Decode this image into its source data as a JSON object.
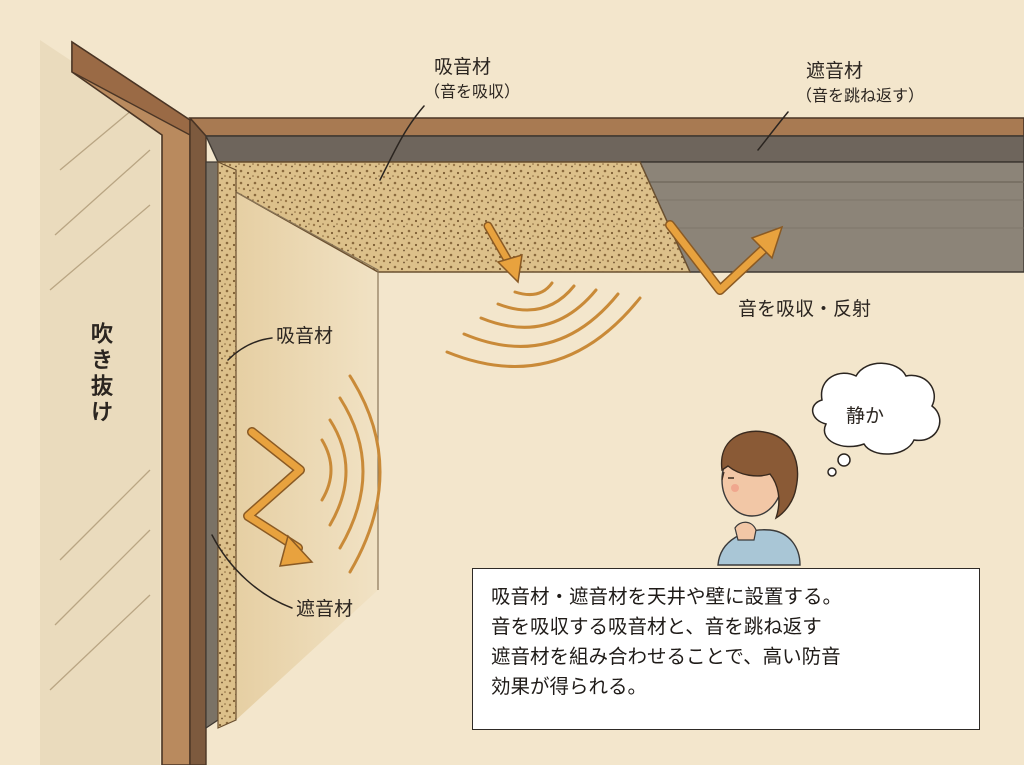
{
  "labels": {
    "ceiling_absorber": {
      "title": "吸音材",
      "note": "（音を吸収）"
    },
    "ceiling_insulator": {
      "title": "遮音材",
      "note": "（音を跳ね返す）"
    },
    "absorb_reflect": "音を吸収・反射",
    "void": "吹き抜け",
    "wall_absorber": "吸音材",
    "wall_insulator": "遮音材",
    "thought": "静か"
  },
  "caption": {
    "lines": [
      "吸音材・遮音材を天井や壁に設置する。",
      "音を吸収する吸音材と、音を跳ね返す",
      "遮音材を組み合わせることで、高い防音",
      "効果が得られる。"
    ]
  },
  "colors": {
    "paper": "#f3e6cc",
    "wood": "#9a6a45",
    "insulator": "#8c8478",
    "absorber": "#dcc08a",
    "arrow": "#e8a23e",
    "ink": "#2b2520"
  }
}
